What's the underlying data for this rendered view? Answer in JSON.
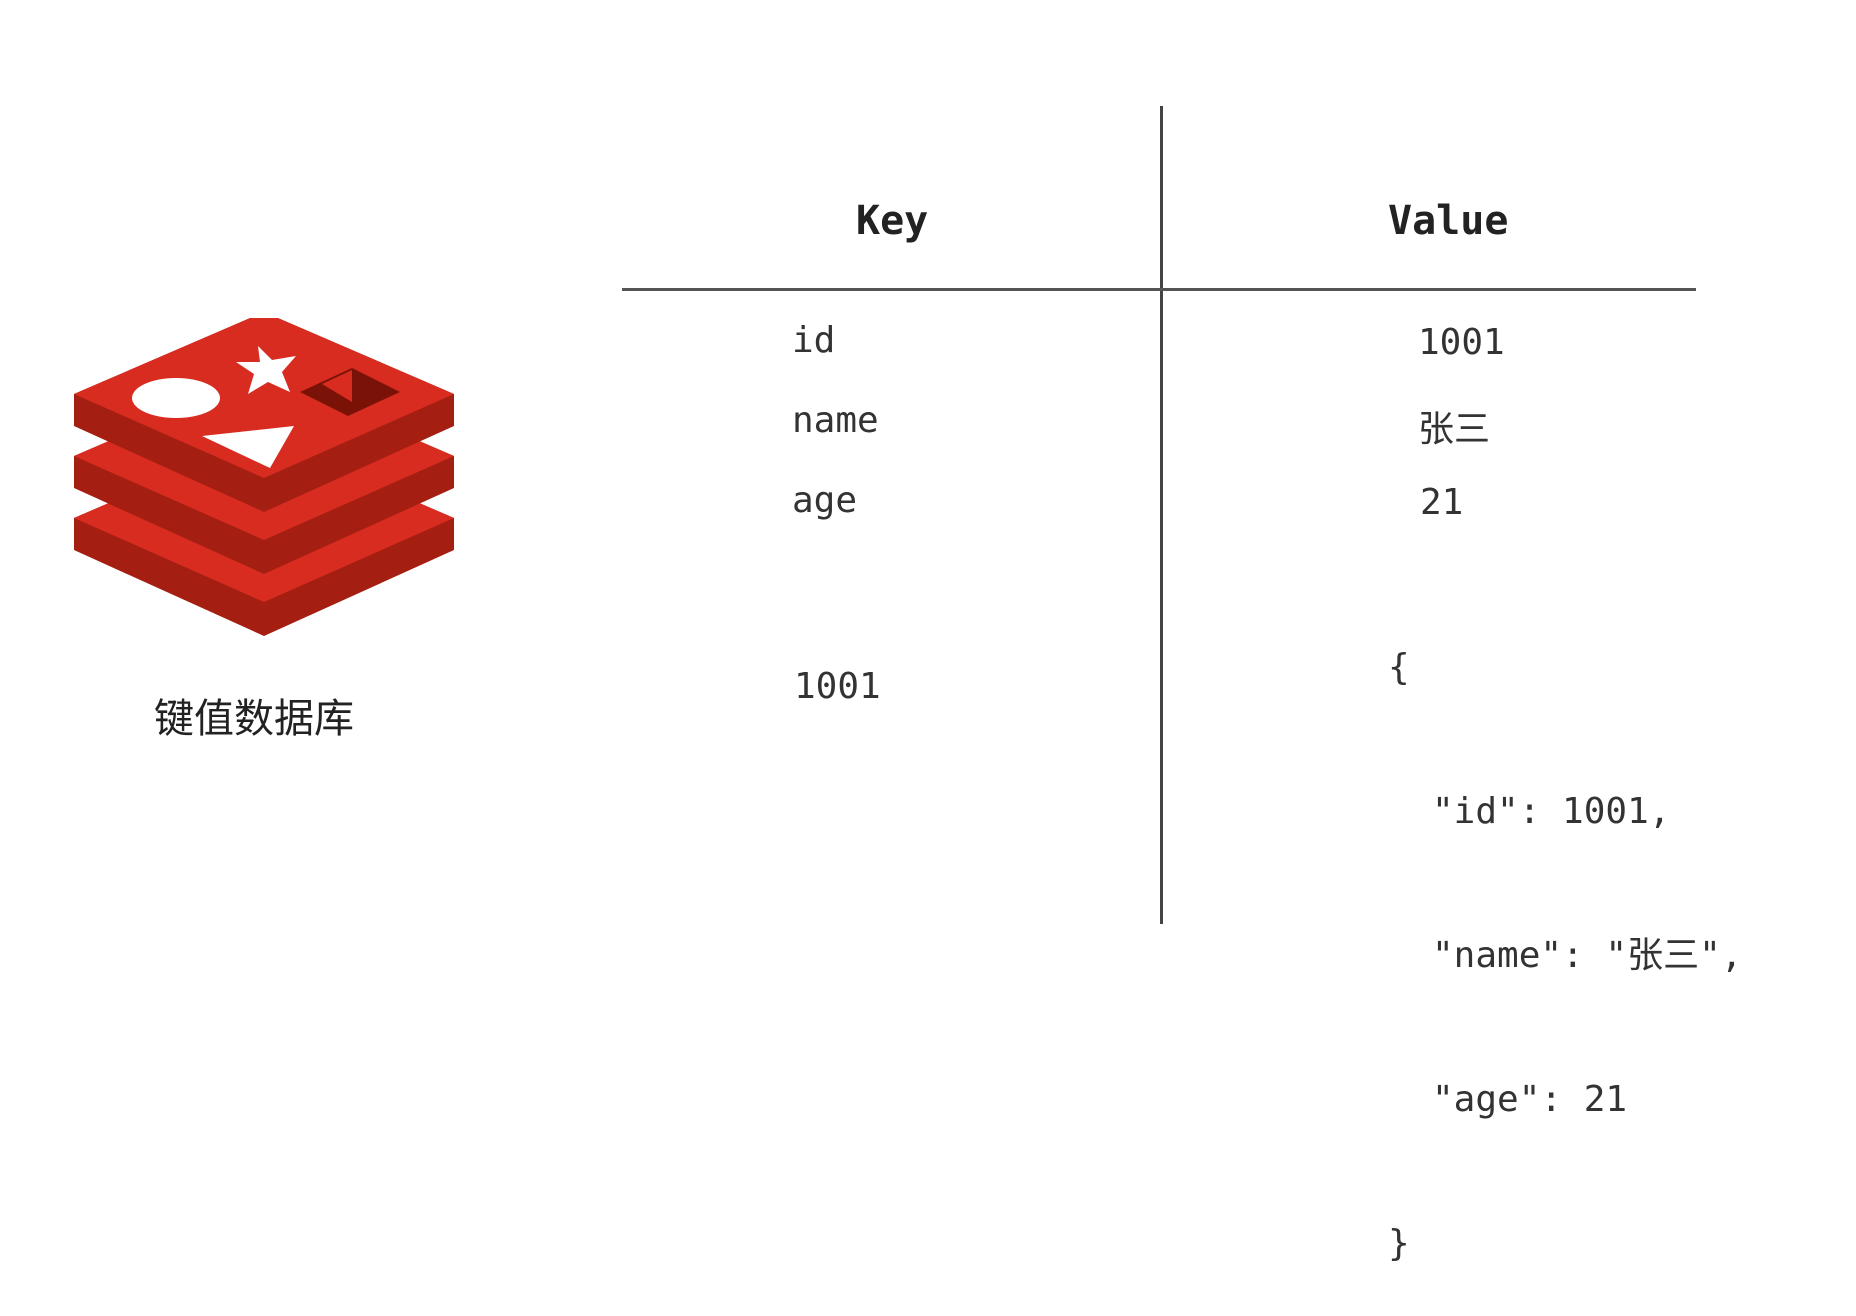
{
  "logo": {
    "name": "redis-logo",
    "colors": {
      "primary": "#d82c20",
      "dark": "#a41e11",
      "shape": "#ffffff"
    }
  },
  "caption": "键值数据库",
  "table": {
    "headers": {
      "key": "Key",
      "value": "Value"
    },
    "rows": [
      {
        "key": "id",
        "value": "1001"
      },
      {
        "key": "name",
        "value": "张三"
      },
      {
        "key": "age",
        "value": "21"
      },
      {
        "key": "1001"
      }
    ],
    "json_value": {
      "open": "{",
      "lines": [
        "\"id\": 1001,",
        "\"name\": \"张三\",",
        "\"age\": 21"
      ],
      "close": "}"
    }
  }
}
